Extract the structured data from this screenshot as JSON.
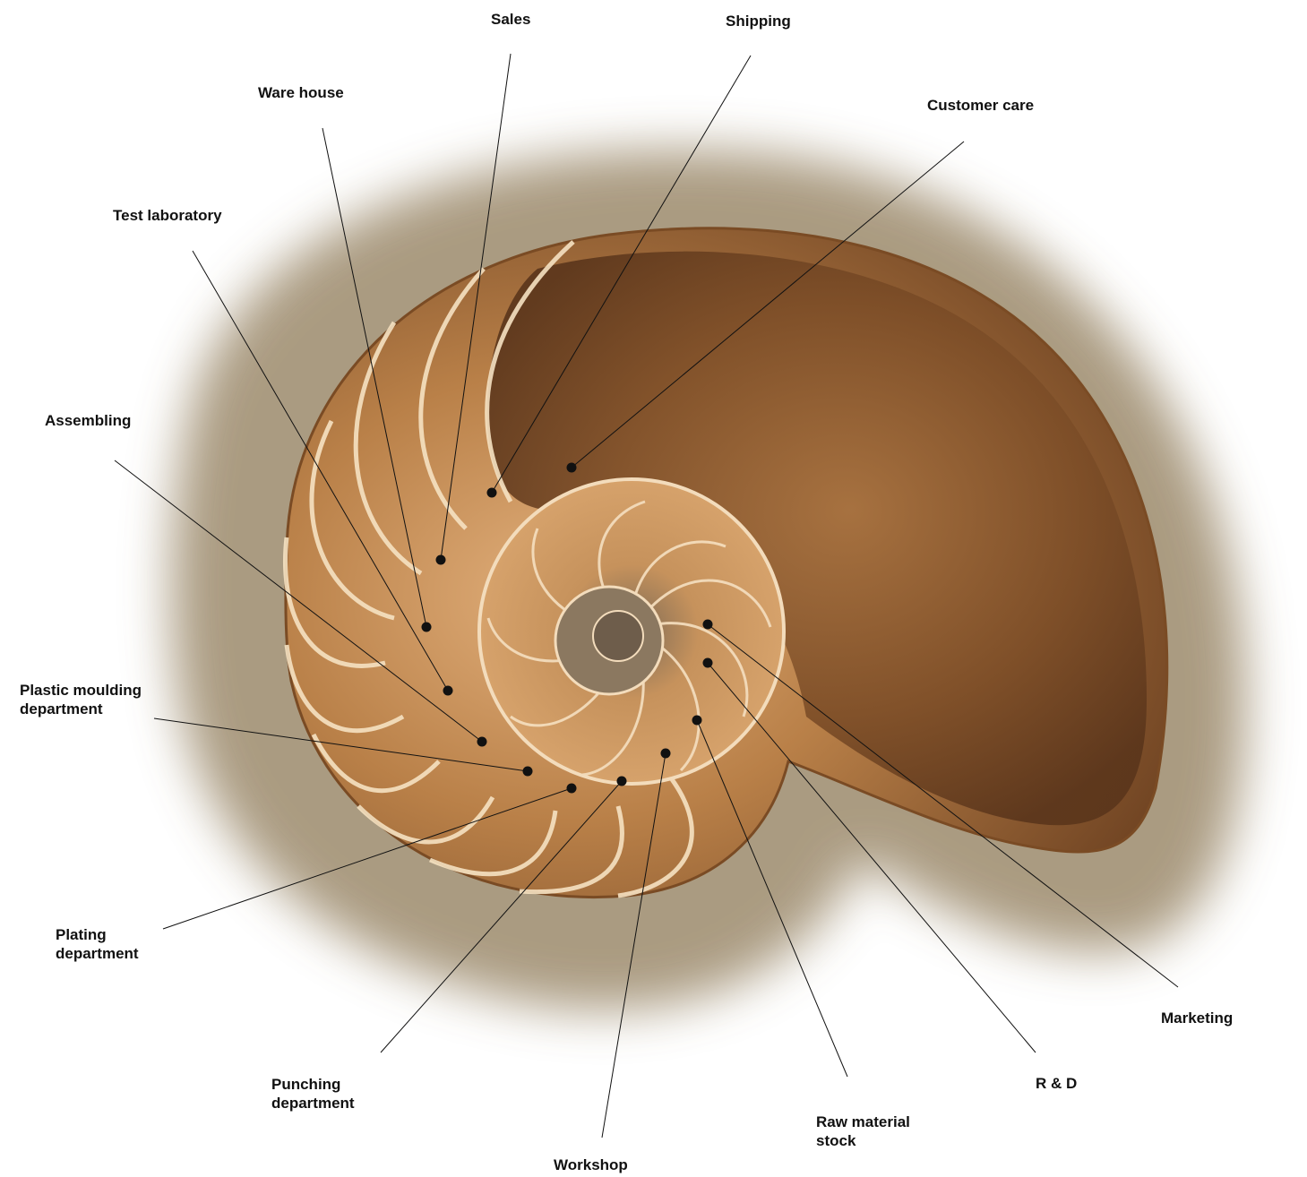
{
  "diagram": {
    "background_color": "#ffffff",
    "illustration": "nautilus-shell-cross-section",
    "colors": {
      "shell_outer": "#8a5a2e",
      "shell_inner": "#d9a06a",
      "septa": "#f3dcbc",
      "shadow_backdrop": "#9c8a6c",
      "leader": "#111111"
    },
    "labels": [
      {
        "id": "sales",
        "text": "Sales"
      },
      {
        "id": "shipping",
        "text": "Shipping"
      },
      {
        "id": "ware-house",
        "text": "Ware house"
      },
      {
        "id": "customer-care",
        "text": "Customer care"
      },
      {
        "id": "test-laboratory",
        "text": "Test laboratory"
      },
      {
        "id": "assembling",
        "text": "Assembling"
      },
      {
        "id": "plastic-moulding",
        "text": "Plastic moulding\ndepartment"
      },
      {
        "id": "plating",
        "text": "Plating\ndepartment"
      },
      {
        "id": "punching",
        "text": "Punching\ndepartment"
      },
      {
        "id": "workshop",
        "text": "Workshop"
      },
      {
        "id": "raw-material",
        "text": "Raw material\nstock"
      },
      {
        "id": "r-and-d",
        "text": "R & D"
      },
      {
        "id": "marketing",
        "text": "Marketing"
      }
    ]
  }
}
